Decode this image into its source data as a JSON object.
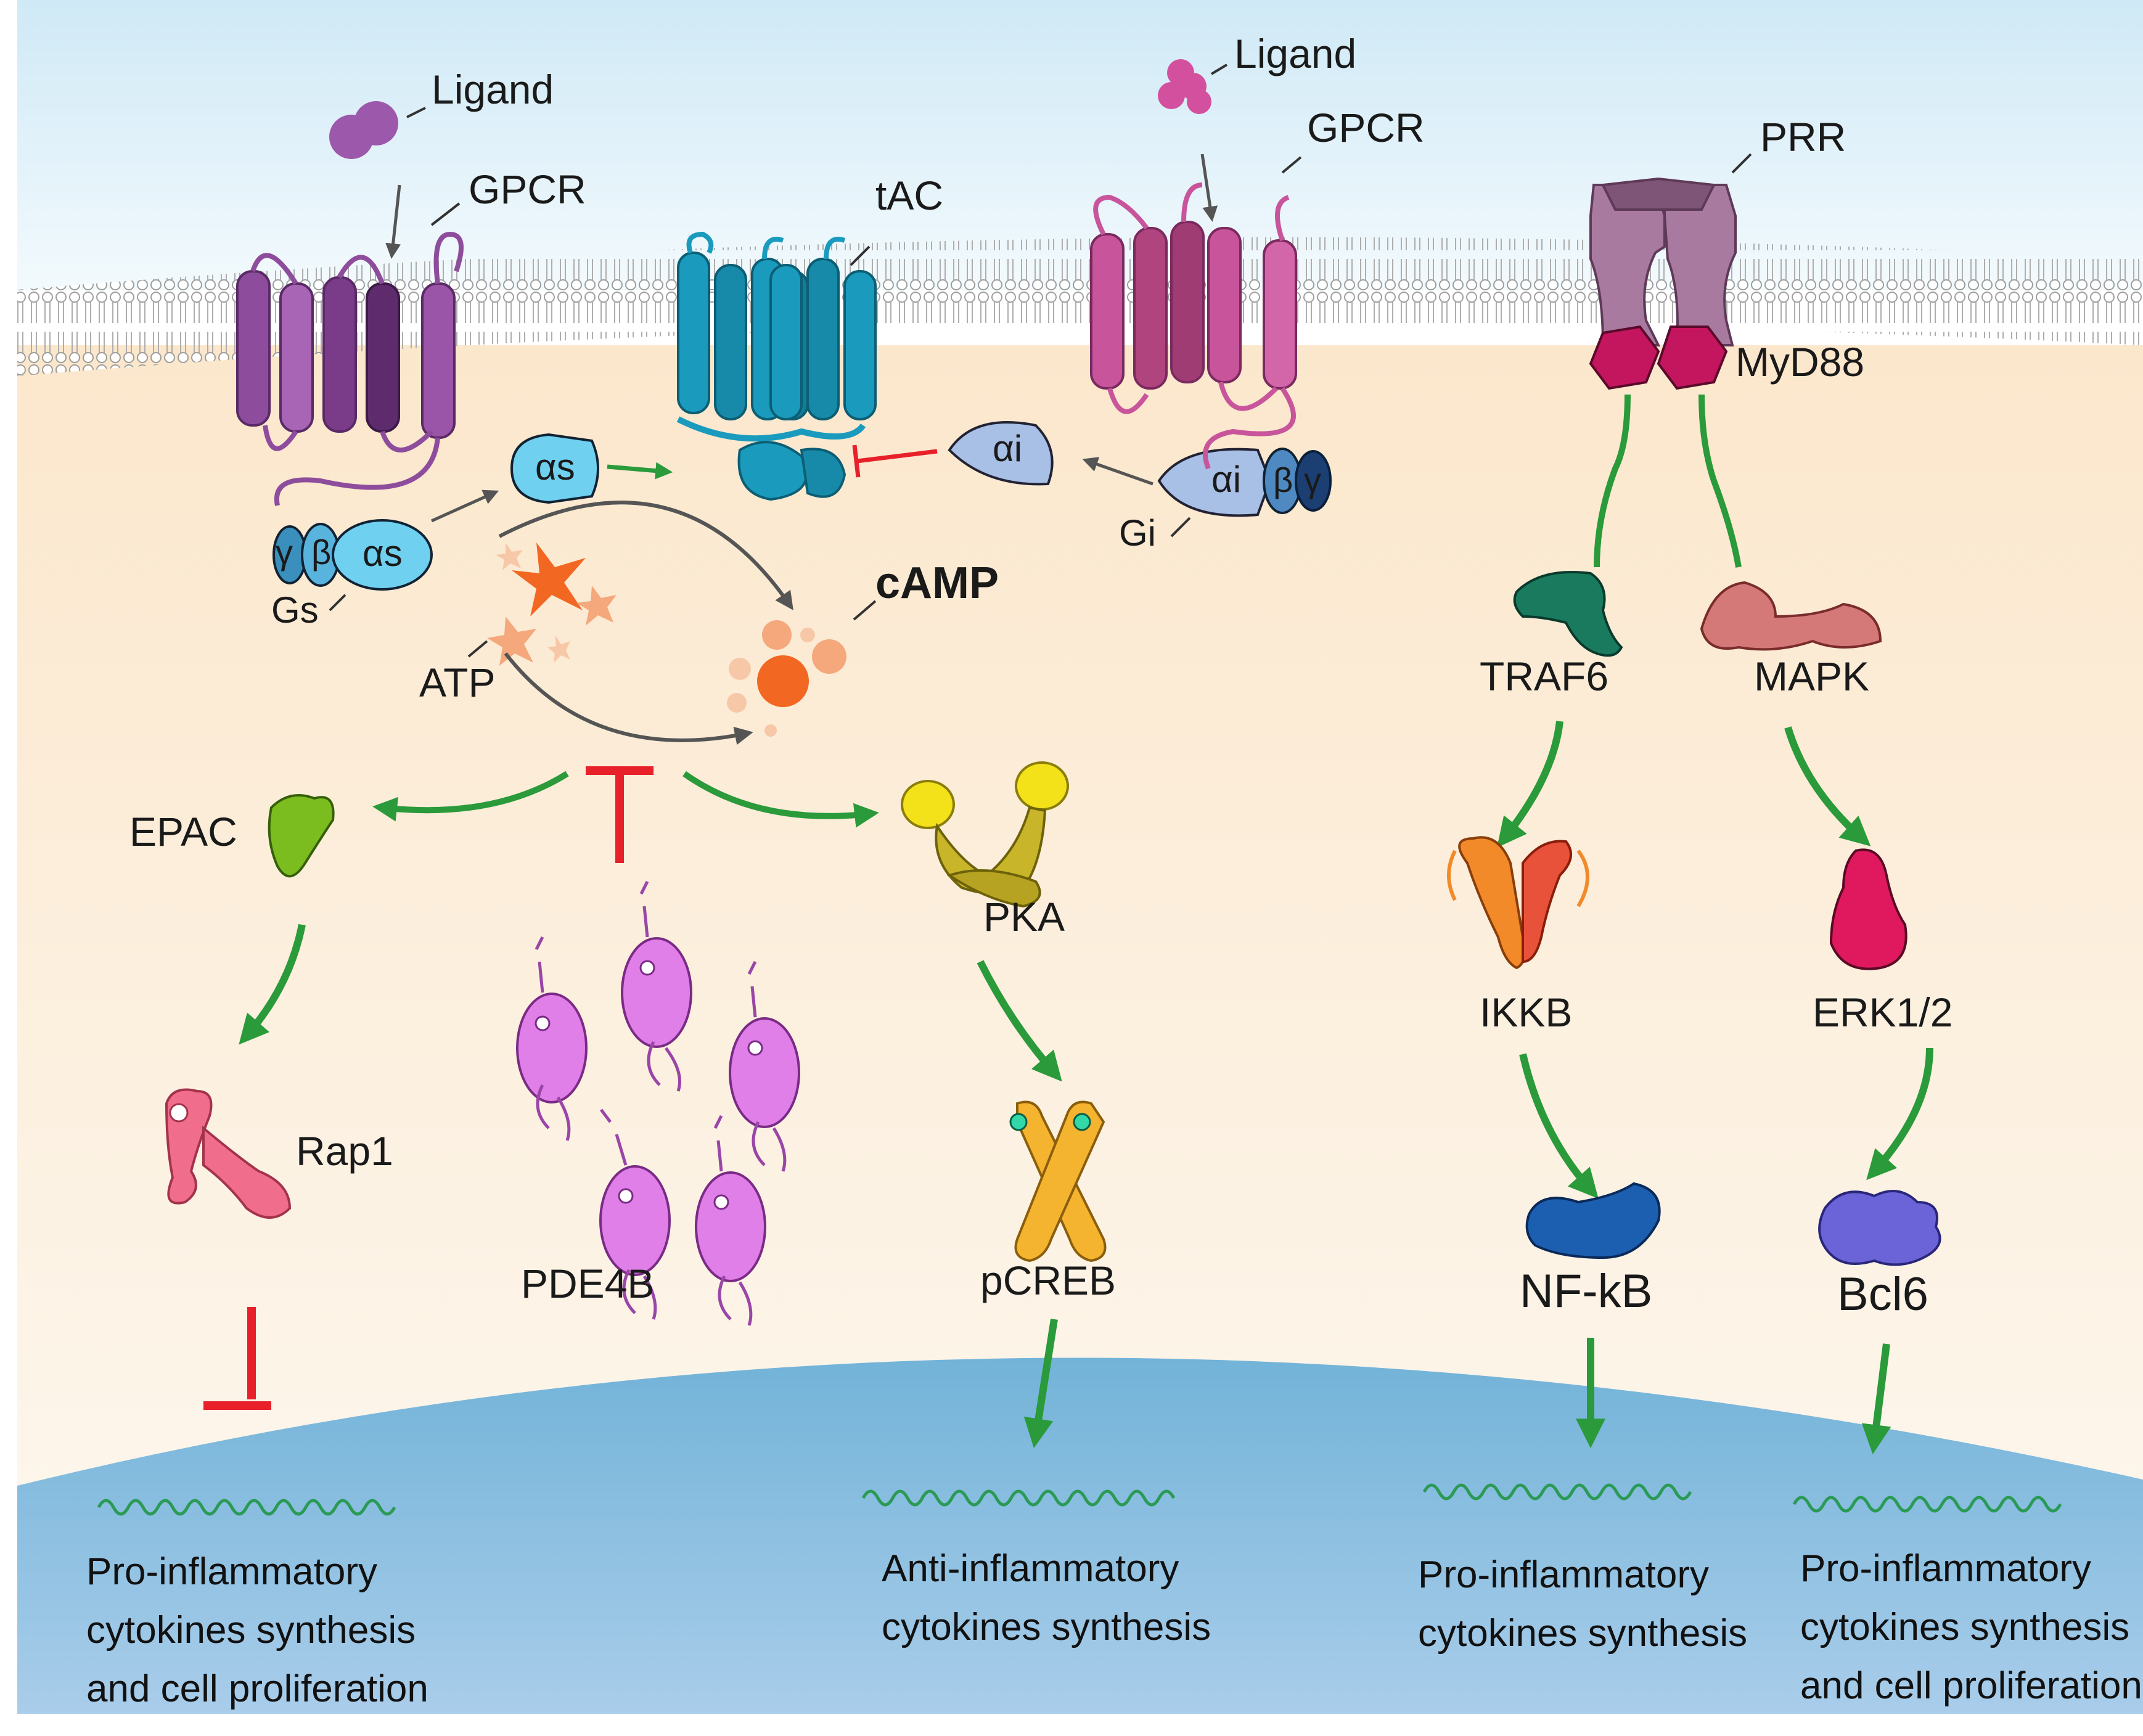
{
  "labels": {
    "ligand_left": "Ligand",
    "gpcr_left": "GPCR",
    "tac": "tAC",
    "ligand_right": "Ligand",
    "gpcr_right": "GPCR",
    "prr": "PRR",
    "myd88": "MyD88",
    "alpha_s": "αs",
    "alpha_s_complex": "αs",
    "gamma": "γ",
    "beta": "β",
    "gs": "Gs",
    "alpha_i": "αi",
    "alpha_i_complex": "αi",
    "beta_i": "β",
    "gamma_i": "γ",
    "gi": "Gi",
    "atp": "ATP",
    "camp": "cAMP",
    "epac": "EPAC",
    "rap1": "Rap1",
    "pde4b": "PDE4B",
    "pka": "PKA",
    "pcreb": "pCREB",
    "traf6": "TRAF6",
    "mapk": "MAPK",
    "ikkb": "IKKB",
    "erk": "ERK1/2",
    "nfkb": "NF-kB",
    "bcl6": "Bcl6"
  },
  "outcomes": {
    "o1": [
      "Pro-inflammatory",
      "cytokines synthesis",
      "and cell proliferation"
    ],
    "o2": [
      "Anti-inflammatory",
      "cytokines synthesis"
    ],
    "o3": [
      "Pro-inflammatory",
      "cytokines synthesis"
    ],
    "o4": [
      "Pro-inflammatory",
      "cytokines synthesis",
      "and cell proliferation"
    ]
  },
  "colors": {
    "activation_arrow": "#2a9a3a",
    "inhibition": "#e8202a",
    "cytoplasm": "#fdf3e4",
    "nucleus": "#8fc1e0",
    "gpcr_left": "#8e4d9c",
    "tac": "#1a9bbd",
    "gpcr_right": "#c8559b",
    "prr": "#a97aa0",
    "myd88": "#c4155f"
  }
}
